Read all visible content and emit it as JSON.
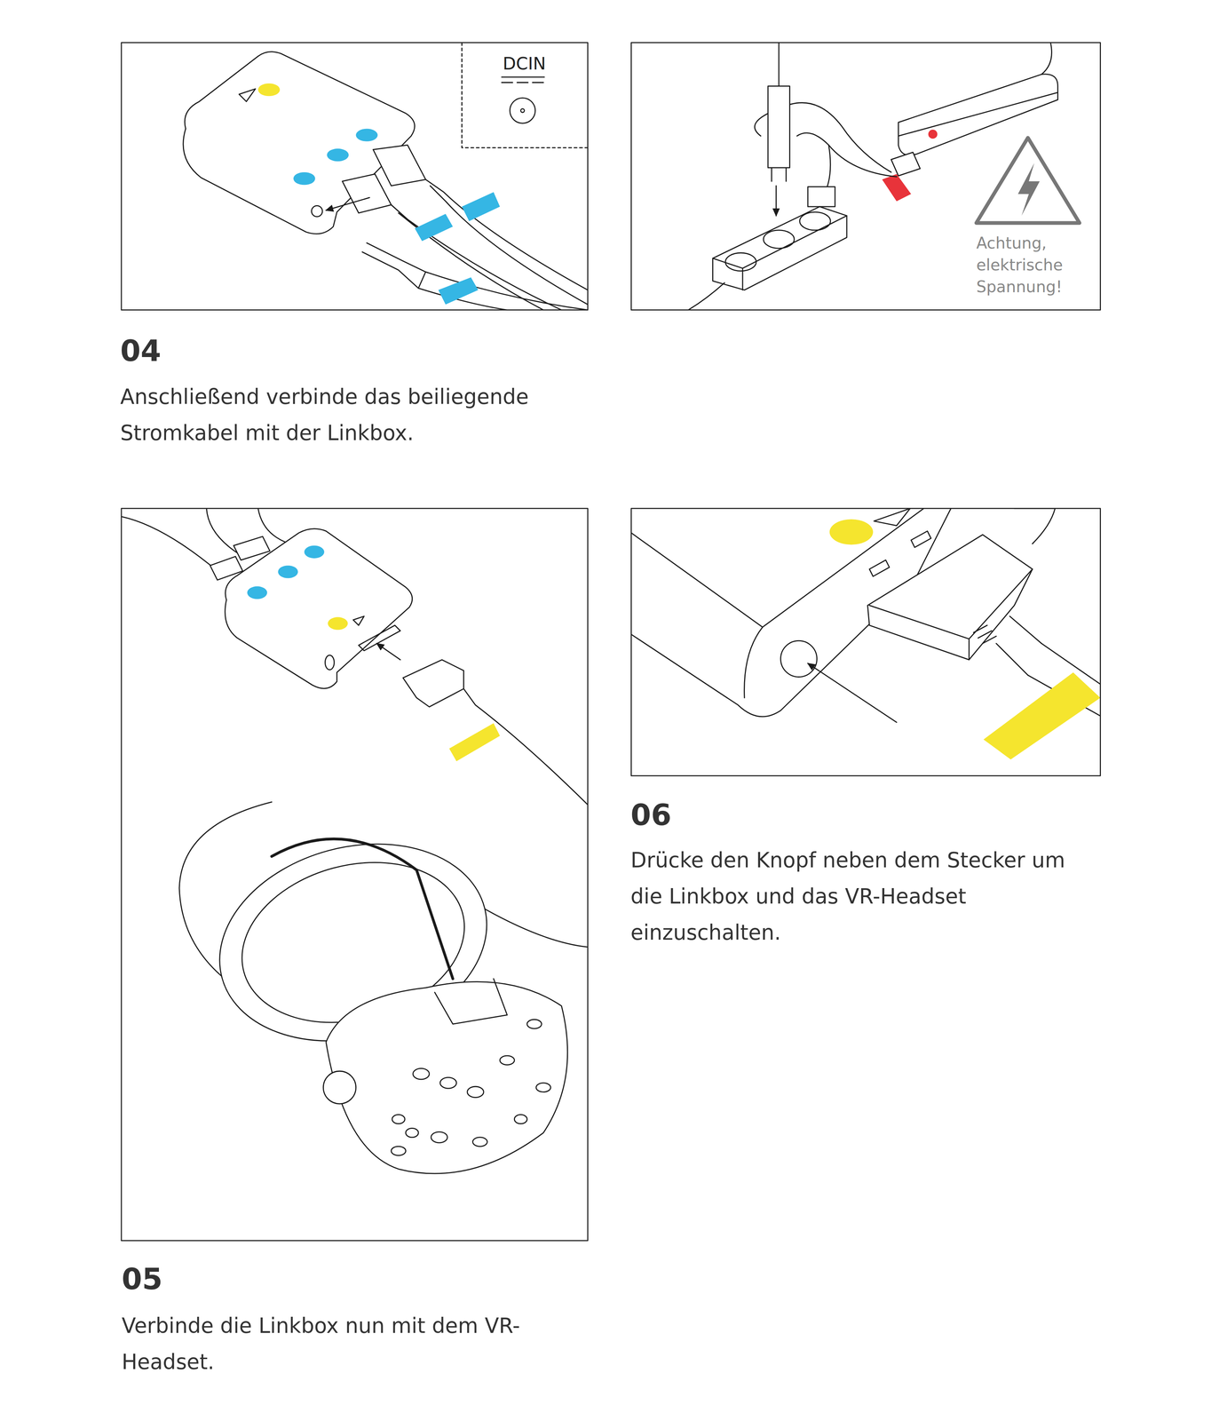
{
  "diagram": {
    "labels": [
      "DCIN",
      "Achtung, elektrische Spannung!",
      "04",
      "Anschließend verbinde das beiliegende Stromkabel mit der Linkbox.",
      "05",
      "Verbinde die Linkbox nun mit dem VR-Headset.",
      "06",
      "Drücke den Knopf neben dem Stecker um die Linkbox und das VR-Headset einzuschalten."
    ]
  }
}
